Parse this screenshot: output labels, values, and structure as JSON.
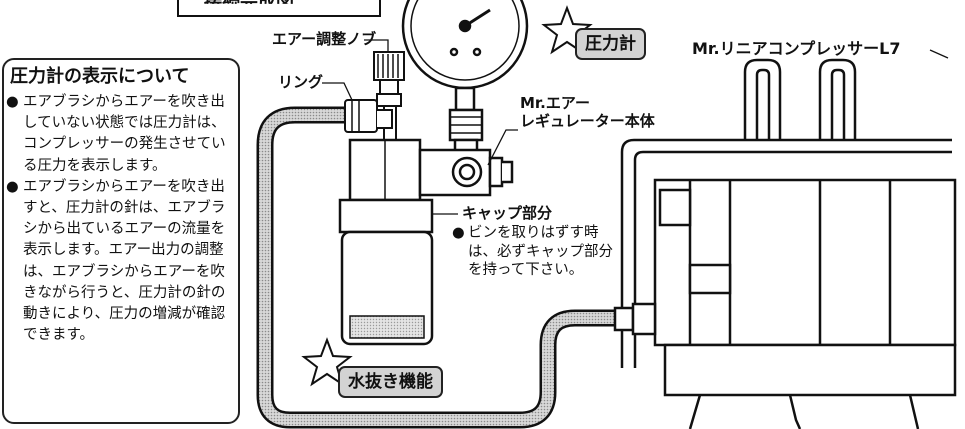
{
  "header": {
    "title_fragment": "接続完成図"
  },
  "notes": {
    "title": "圧力計の表示について",
    "items": [
      "エアブラシからエアーを吹き出していない状態では圧力計は、コンプレッサーの発生させている圧力を表示します。",
      "エアブラシからエアーを吹き出すと、圧力計の針は、エアブラシから出ているエアーの流量を表示します。エアー出力の調整は、エアブラシからエアーを吹きながら行うと、圧力計の針の動きにより、圧力の増減が確認できます。"
    ],
    "bullet": "●"
  },
  "labels": {
    "air_knob": "エアー調整ノブ",
    "ring": "リング",
    "regulator_line1": "Mr.エアー",
    "regulator_line2": "レギュレーター本体",
    "cap": "キャップ部分",
    "compressor": "Mr.リニアコンプレッサーL7"
  },
  "caution": {
    "bullet": "●",
    "text": "ビンを取りはずす時は、必ずキャップ部分を持って下さい。"
  },
  "features": {
    "gauge": "圧力計",
    "drain": "水抜き機能"
  },
  "colors": {
    "ink": "#111111",
    "feature_fill": "#d3d3d3",
    "hose_fill": "#bdbdbd",
    "body_fill": "#ffffff"
  }
}
